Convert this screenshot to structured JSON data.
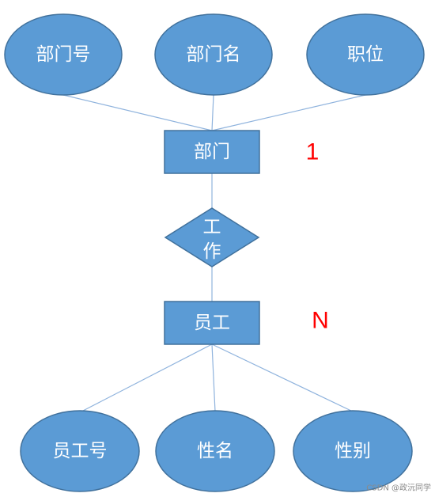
{
  "entity_top": {
    "label": "部门",
    "attributes": [
      "部门号",
      "部门名",
      "职位"
    ],
    "cardinality": "1"
  },
  "relationship": {
    "label_line1": "工",
    "label_line2": "作"
  },
  "entity_bottom": {
    "label": "员工",
    "attributes": [
      "员工号",
      "性名",
      "性别"
    ],
    "cardinality": "N"
  },
  "watermark": "CSDN @政沅同学",
  "colors": {
    "shape_fill": "#5b9bd5",
    "shape_border": "#41719c",
    "connector": "#8fb3dd",
    "cardinality": "#ff0000"
  }
}
